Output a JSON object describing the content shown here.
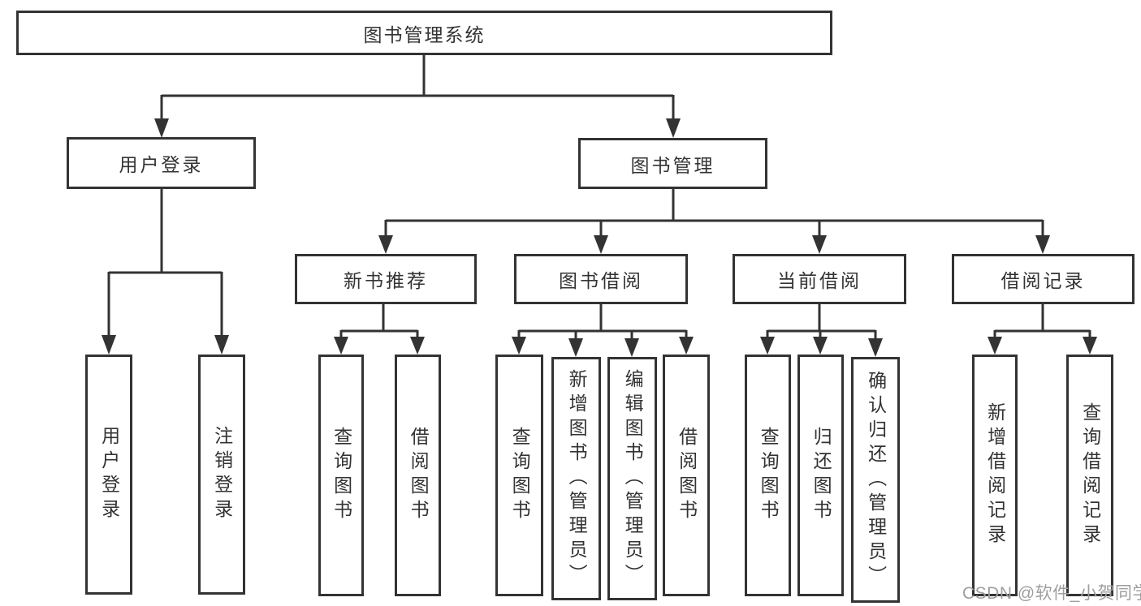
{
  "tree": {
    "root": "图书管理系统",
    "branches": [
      {
        "label": "用户登录",
        "leaves": [
          "用户登录",
          "注销登录"
        ]
      },
      {
        "label": "图书管理",
        "groups": [
          {
            "label": "新书推荐",
            "leaves": [
              "查询图书",
              "借阅图书"
            ]
          },
          {
            "label": "图书借阅",
            "leaves": [
              "查询图书",
              "新增图书（管理员）",
              "编辑图书（管理员）",
              "借阅图书"
            ]
          },
          {
            "label": "当前借阅",
            "leaves": [
              "查询图书",
              "归还图书",
              "确认归还（管理员）"
            ]
          },
          {
            "label": "借阅记录",
            "leaves": [
              "新增借阅记录",
              "查询借阅记录"
            ]
          }
        ]
      }
    ]
  },
  "watermark": "CSDN @软件_小贺同学",
  "colors": {
    "line": "#333333",
    "box_border": "#333333",
    "text": "#333333",
    "watermark": "#9e9e9e",
    "background": "#ffffff"
  }
}
